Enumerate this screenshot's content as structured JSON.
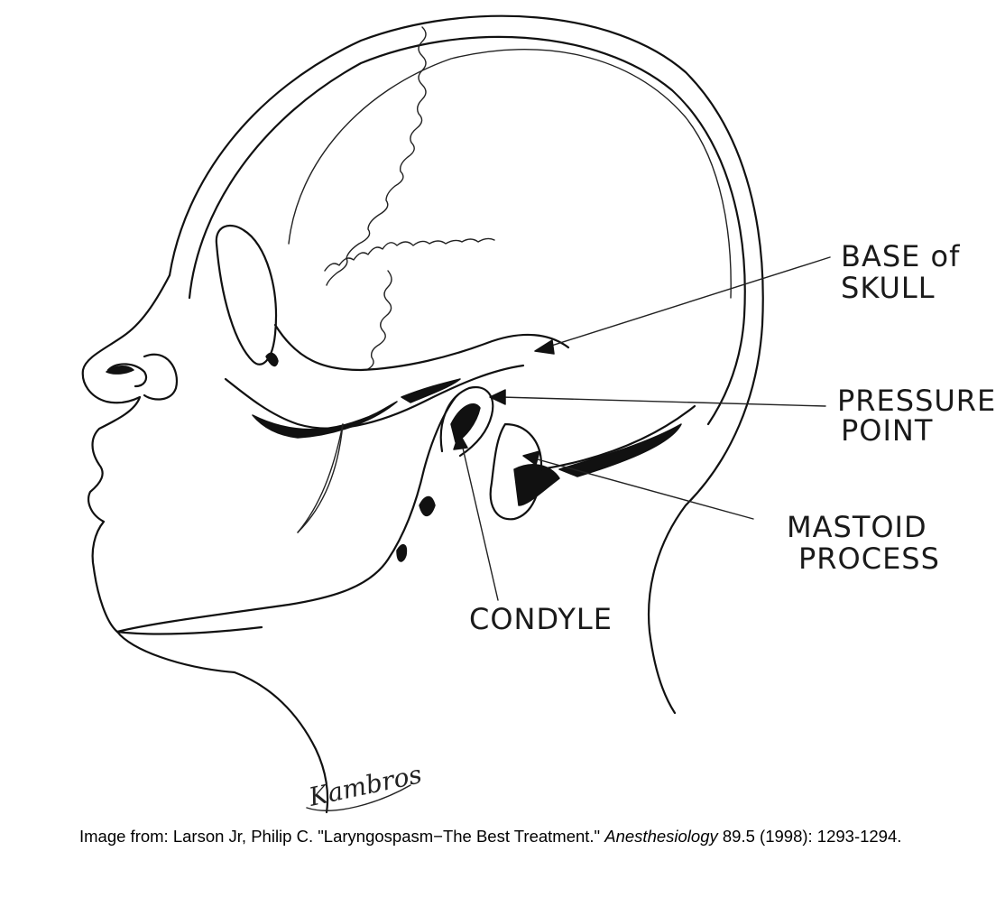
{
  "labels": {
    "base_of_skull_line1": "BASE of",
    "base_of_skull_line2": "SKULL",
    "pressure_point_line1": "PRESSURE",
    "pressure_point_line2": "POINT",
    "mastoid_process_line1": "MASTOID",
    "mastoid_process_line2": "PROCESS",
    "condyle": "CONDYLE"
  },
  "signature": "Kambros",
  "caption": {
    "prefix": "Image from: Larson Jr, Philip C. \"Laryngospasm−The Best Treatment.\" ",
    "journal": "Anesthesiology",
    "suffix": " 89.5 (1998): 1293-1294."
  },
  "colors": {
    "ink": "#111111",
    "background": "#ffffff"
  }
}
